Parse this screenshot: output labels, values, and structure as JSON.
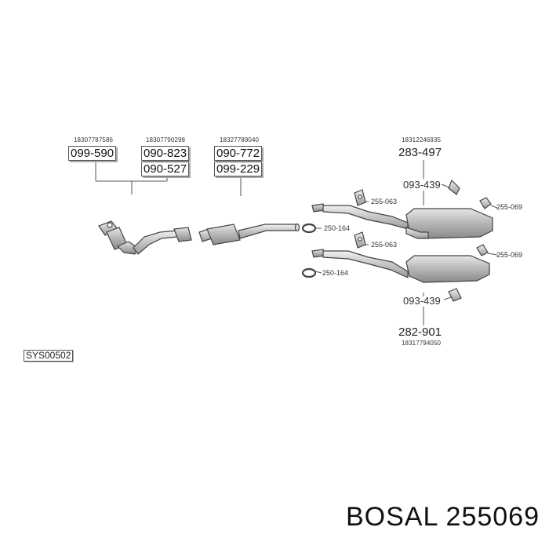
{
  "oem_numbers": {
    "cat_front": "18307787586",
    "cat_mid": "18307790298",
    "center": "18327789040",
    "rear_upper": "18312246935",
    "rear_lower": "18317794050"
  },
  "parts": {
    "p099_590": "099-590",
    "p090_823": "090-823",
    "p090_527": "090-527",
    "p090_772": "090-772",
    "p099_229": "099-229",
    "p283_497": "283-497",
    "p093_439_top": "093-439",
    "p255_063_top": "255-063",
    "p255_069_top": "255-069",
    "p250_164_top": "250-164",
    "p255_063_bot": "255-063",
    "p255_069_bot": "255-069",
    "p250_164_bot": "250-164",
    "p093_439_bot": "093-439",
    "p282_901": "282-901"
  },
  "system_code": "SYS00502",
  "footer": "BOSAL 255069",
  "colors": {
    "line": "#555555",
    "part_fill": "#c8c8c8",
    "part_stroke": "#444444"
  }
}
